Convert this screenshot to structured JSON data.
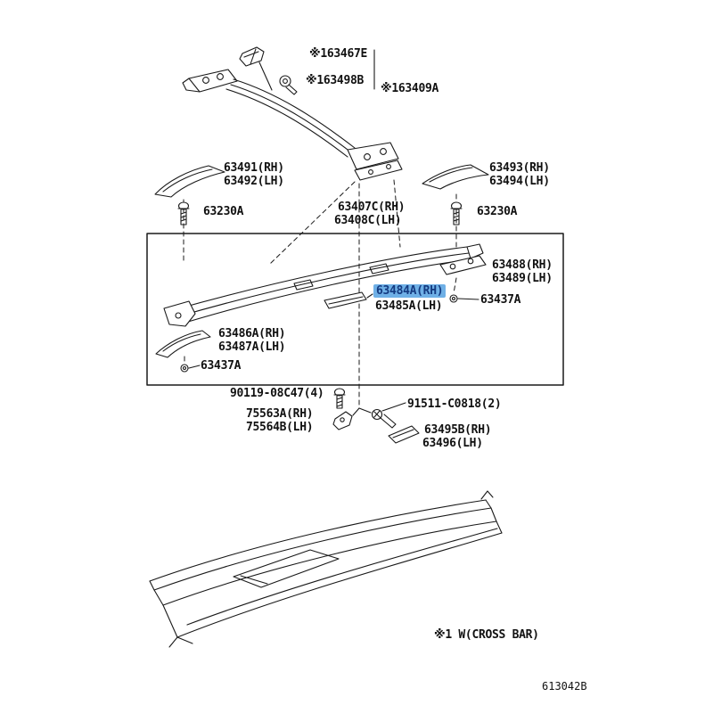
{
  "page": {
    "note": "※1 W(CROSS BAR)",
    "figure_code": "613042B"
  },
  "highlight": {
    "selected_part": "63484A(RH)"
  },
  "colors": {
    "highlight_bg": "#6fb0e6",
    "highlight_fg": "#143a80",
    "line": "#1a1a1a"
  },
  "labels": {
    "l163467e": "※163467E",
    "l163498b": "※163498B",
    "l163409a": "※163409A",
    "l63491": "63491(RH)",
    "l63492": "63492(LH)",
    "l63493": "63493(RH)",
    "l63494": "63494(LH)",
    "l63230a_left": "63230A",
    "l63407c": "63407C(RH)",
    "l63408c": "63408C(LH)",
    "l63230a_right": "63230A",
    "l63488": "63488(RH)",
    "l63489": "63489(LH)",
    "l63484a": "63484A(RH)",
    "l63485a": "63485A(LH)",
    "l63437a_right": "63437A",
    "l63486a": "63486A(RH)",
    "l63487a": "63487A(LH)",
    "l63437a_left": "63437A",
    "l90119": "90119-08C47(4)",
    "l75563a": "75563A(RH)",
    "l75564b": "75564B(LH)",
    "l91511": "91511-C0818(2)",
    "l63495b": "63495B(RH)",
    "l63496": "63496(LH)"
  }
}
